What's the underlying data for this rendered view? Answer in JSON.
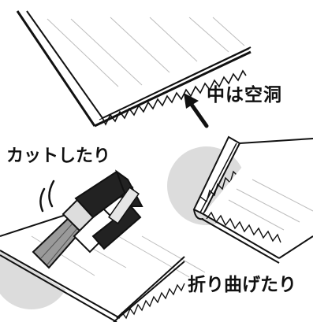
{
  "labels": {
    "hollow": "中は空洞",
    "cut": "カットしたり",
    "fold": "折り曲げたり"
  },
  "colors": {
    "ink": "#111111",
    "shadow_circle": "#dcdcdc",
    "cutter_body": "#222222",
    "blade": "#9a9a9a"
  },
  "icons": [
    "arrow-icon",
    "utility-knife-icon",
    "motion-lines-icon"
  ]
}
